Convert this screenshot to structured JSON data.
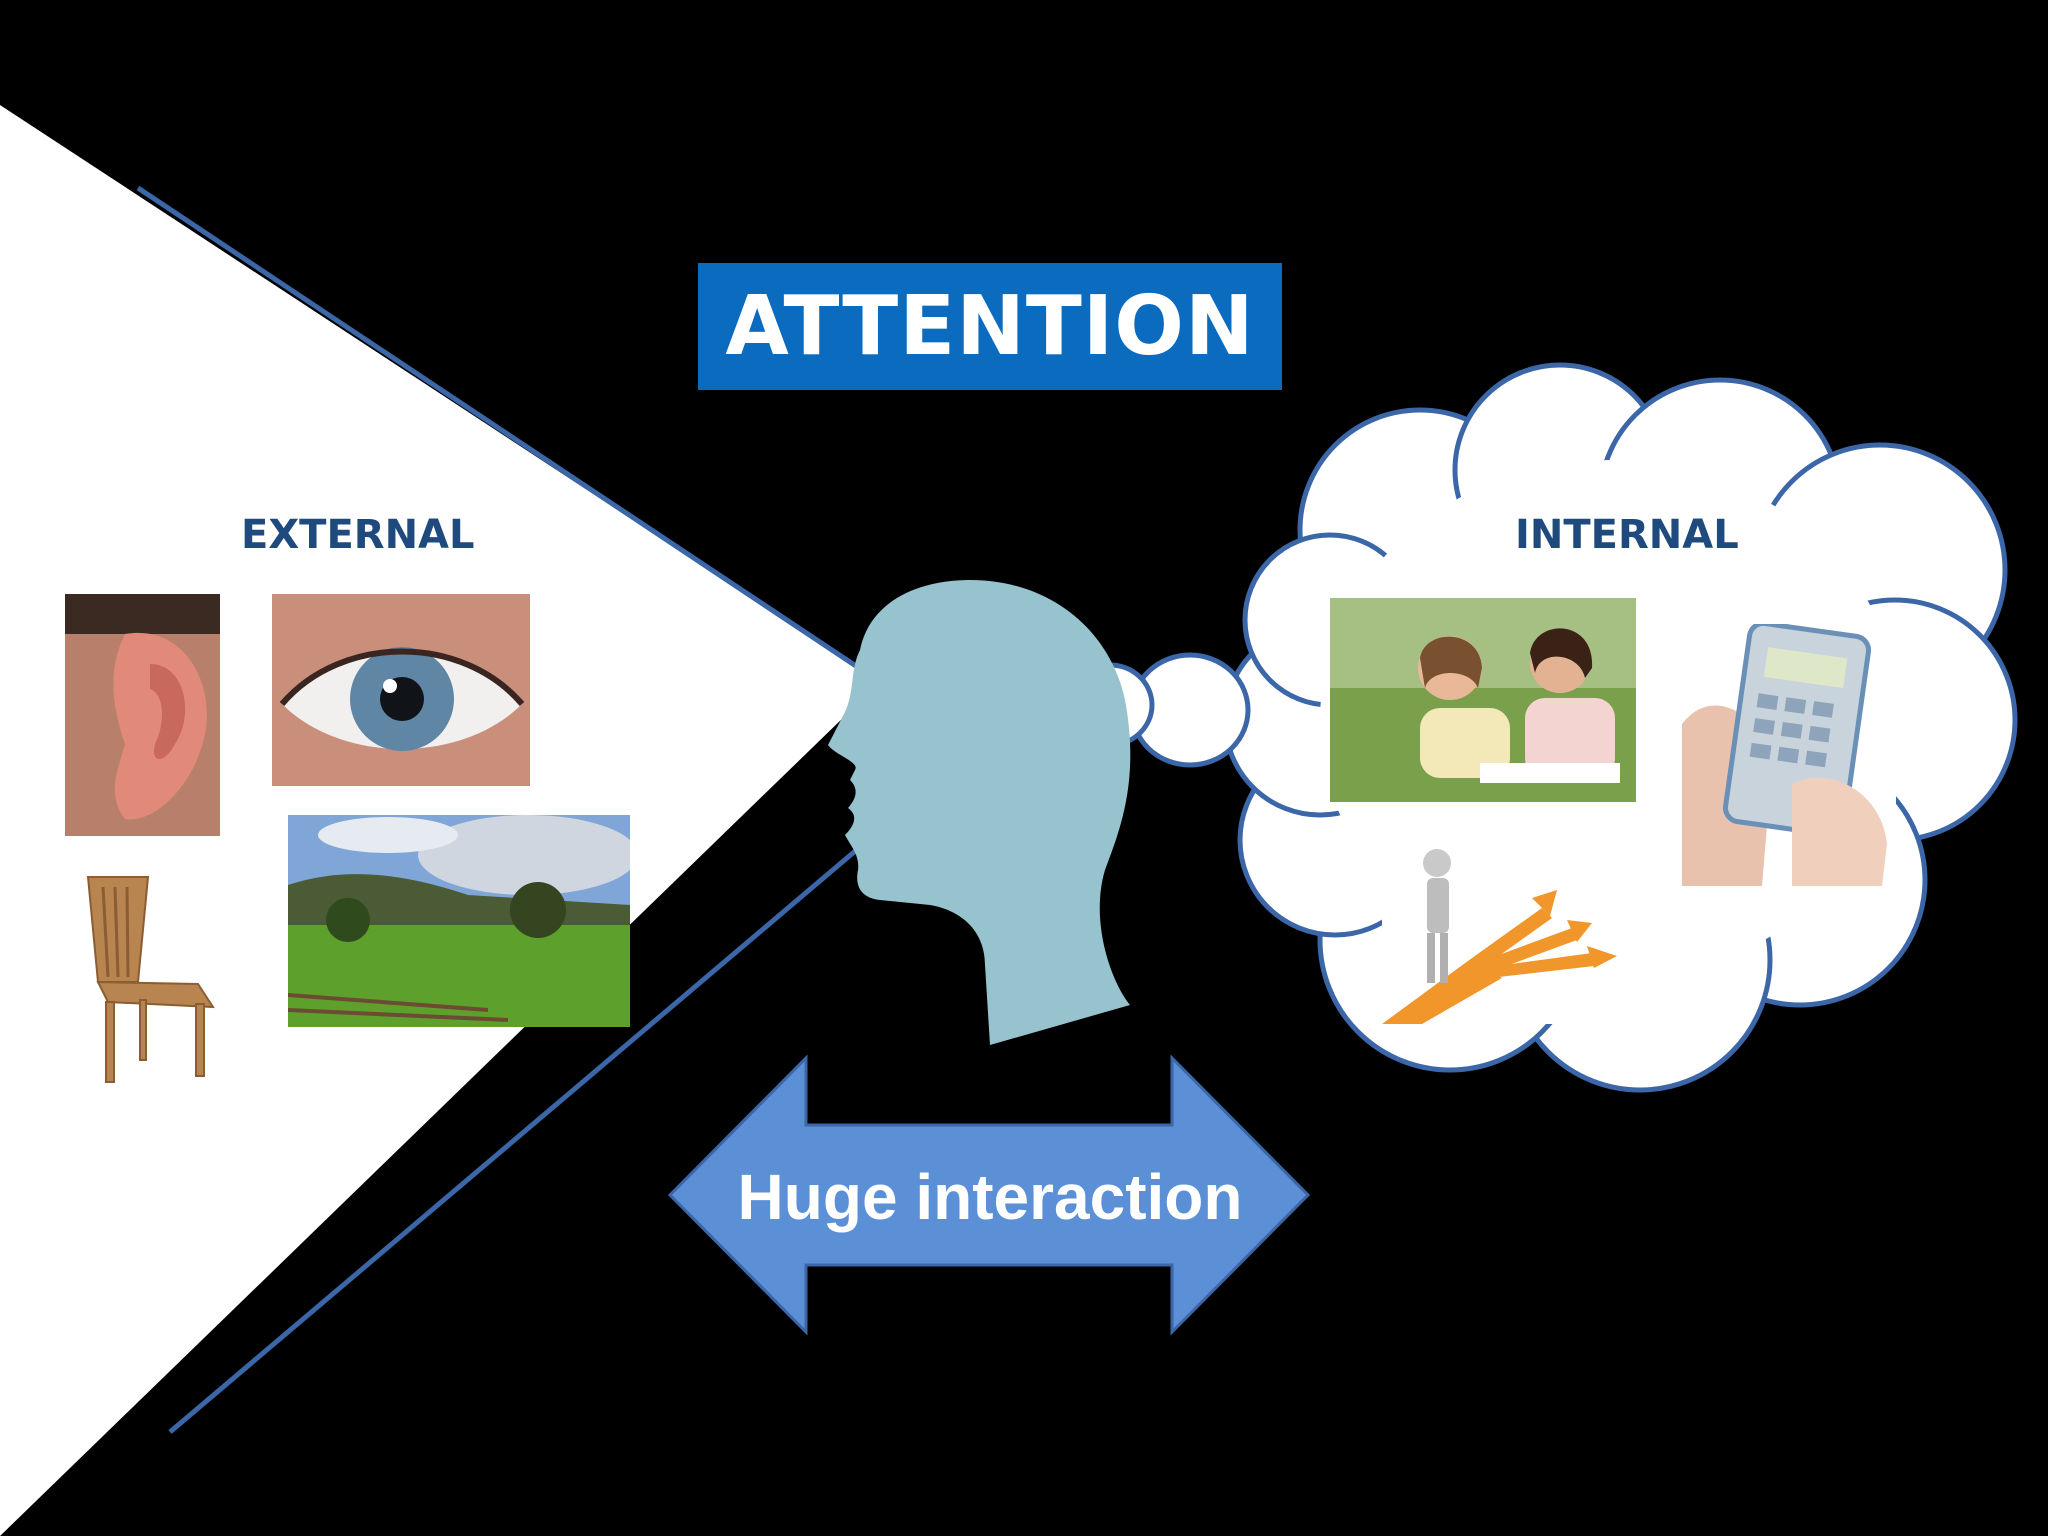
{
  "title": "ATTENTION",
  "labels": {
    "external": "EXTERNAL",
    "internal": "INTERNAL"
  },
  "arrow": {
    "text": "Huge interaction"
  },
  "colors": {
    "background": "#000000",
    "title_box": "#0a6bbf",
    "label_text": "#1f4a7d",
    "head": "#96c3cd",
    "arrow": "#5b8fd6",
    "outline": "#3b66a8",
    "field_white": "#ffffff"
  },
  "images": {
    "external": [
      "ear-photo",
      "eye-photo",
      "chair-photo",
      "landscape-photo"
    ],
    "internal": [
      "mother-daughter-photo",
      "calculator-photo",
      "decision-arrows-figure"
    ]
  }
}
